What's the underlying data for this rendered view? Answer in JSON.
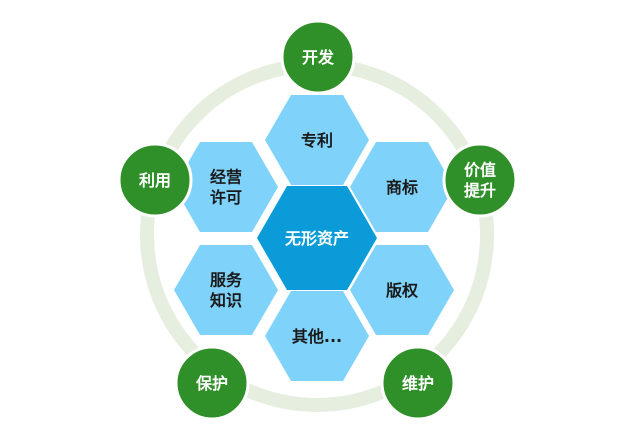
{
  "center": {
    "label": "无形资产",
    "color": "#0a9bd8"
  },
  "hexagons": [
    {
      "label": "专利"
    },
    {
      "label": "商标"
    },
    {
      "label": "版权"
    },
    {
      "label": "其他..."
    },
    {
      "label": "服务\n知识"
    },
    {
      "label": "经营\n许可"
    }
  ],
  "hexagon_color": "#7fd3fb",
  "ring_color": "#e6efdf",
  "circles": [
    {
      "label": "开发"
    },
    {
      "label": "价值\n提升"
    },
    {
      "label": "维护"
    },
    {
      "label": "保护"
    },
    {
      "label": "利用"
    }
  ],
  "circle_color": "#2f8f28"
}
